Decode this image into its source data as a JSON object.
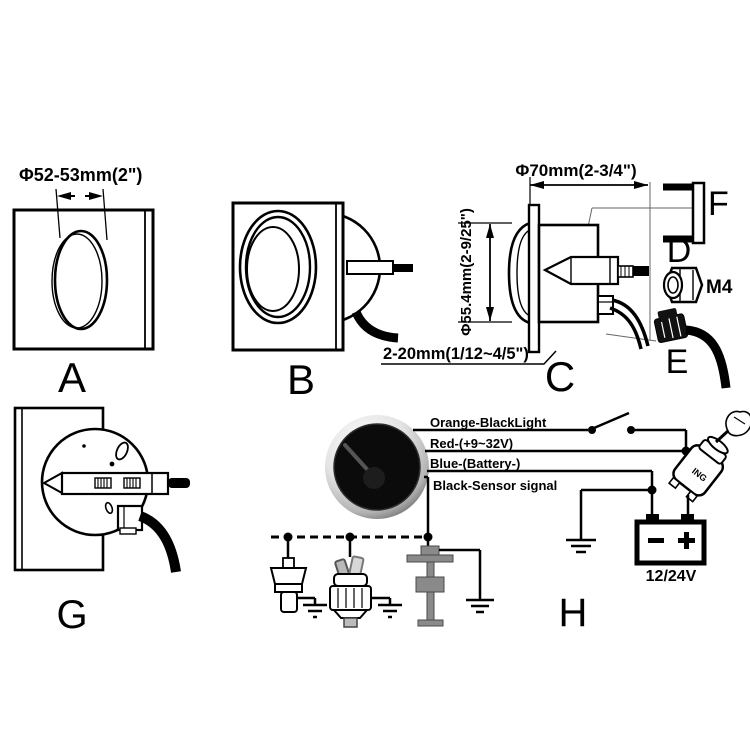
{
  "colors": {
    "ink": "#000000",
    "background": "#ffffff",
    "leader_gray": "#666666",
    "gauge_face": "#0b0b0b",
    "bezel_silver": "#c8c8c8",
    "sender_gray": "#8a8a8a"
  },
  "figure": {
    "panel_a": {
      "letter": "A",
      "dim": "Φ52-53mm(2\")"
    },
    "panel_b": {
      "letter": "B"
    },
    "panel_c": {
      "letter": "C",
      "dim_width": "Φ70mm(2-3/4\")",
      "dim_height": "Φ55.4mm(2-9/25\")",
      "dim_thickness": "2-20mm(1/12~4/5\")"
    },
    "part_f": {
      "letter": "F"
    },
    "part_d": {
      "letter": "D",
      "thread_size": "M4"
    },
    "part_e": {
      "letter": "E"
    },
    "panel_g": {
      "letter": "G"
    },
    "panel_h": {
      "letter": "H",
      "wire_labels": [
        "Orange-BlackLight",
        "Red-(+9~32V)",
        "Blue-(Battery-)",
        "Black-Sensor signal"
      ],
      "battery_voltage": "12/24V",
      "ignition_text": "ING"
    }
  }
}
